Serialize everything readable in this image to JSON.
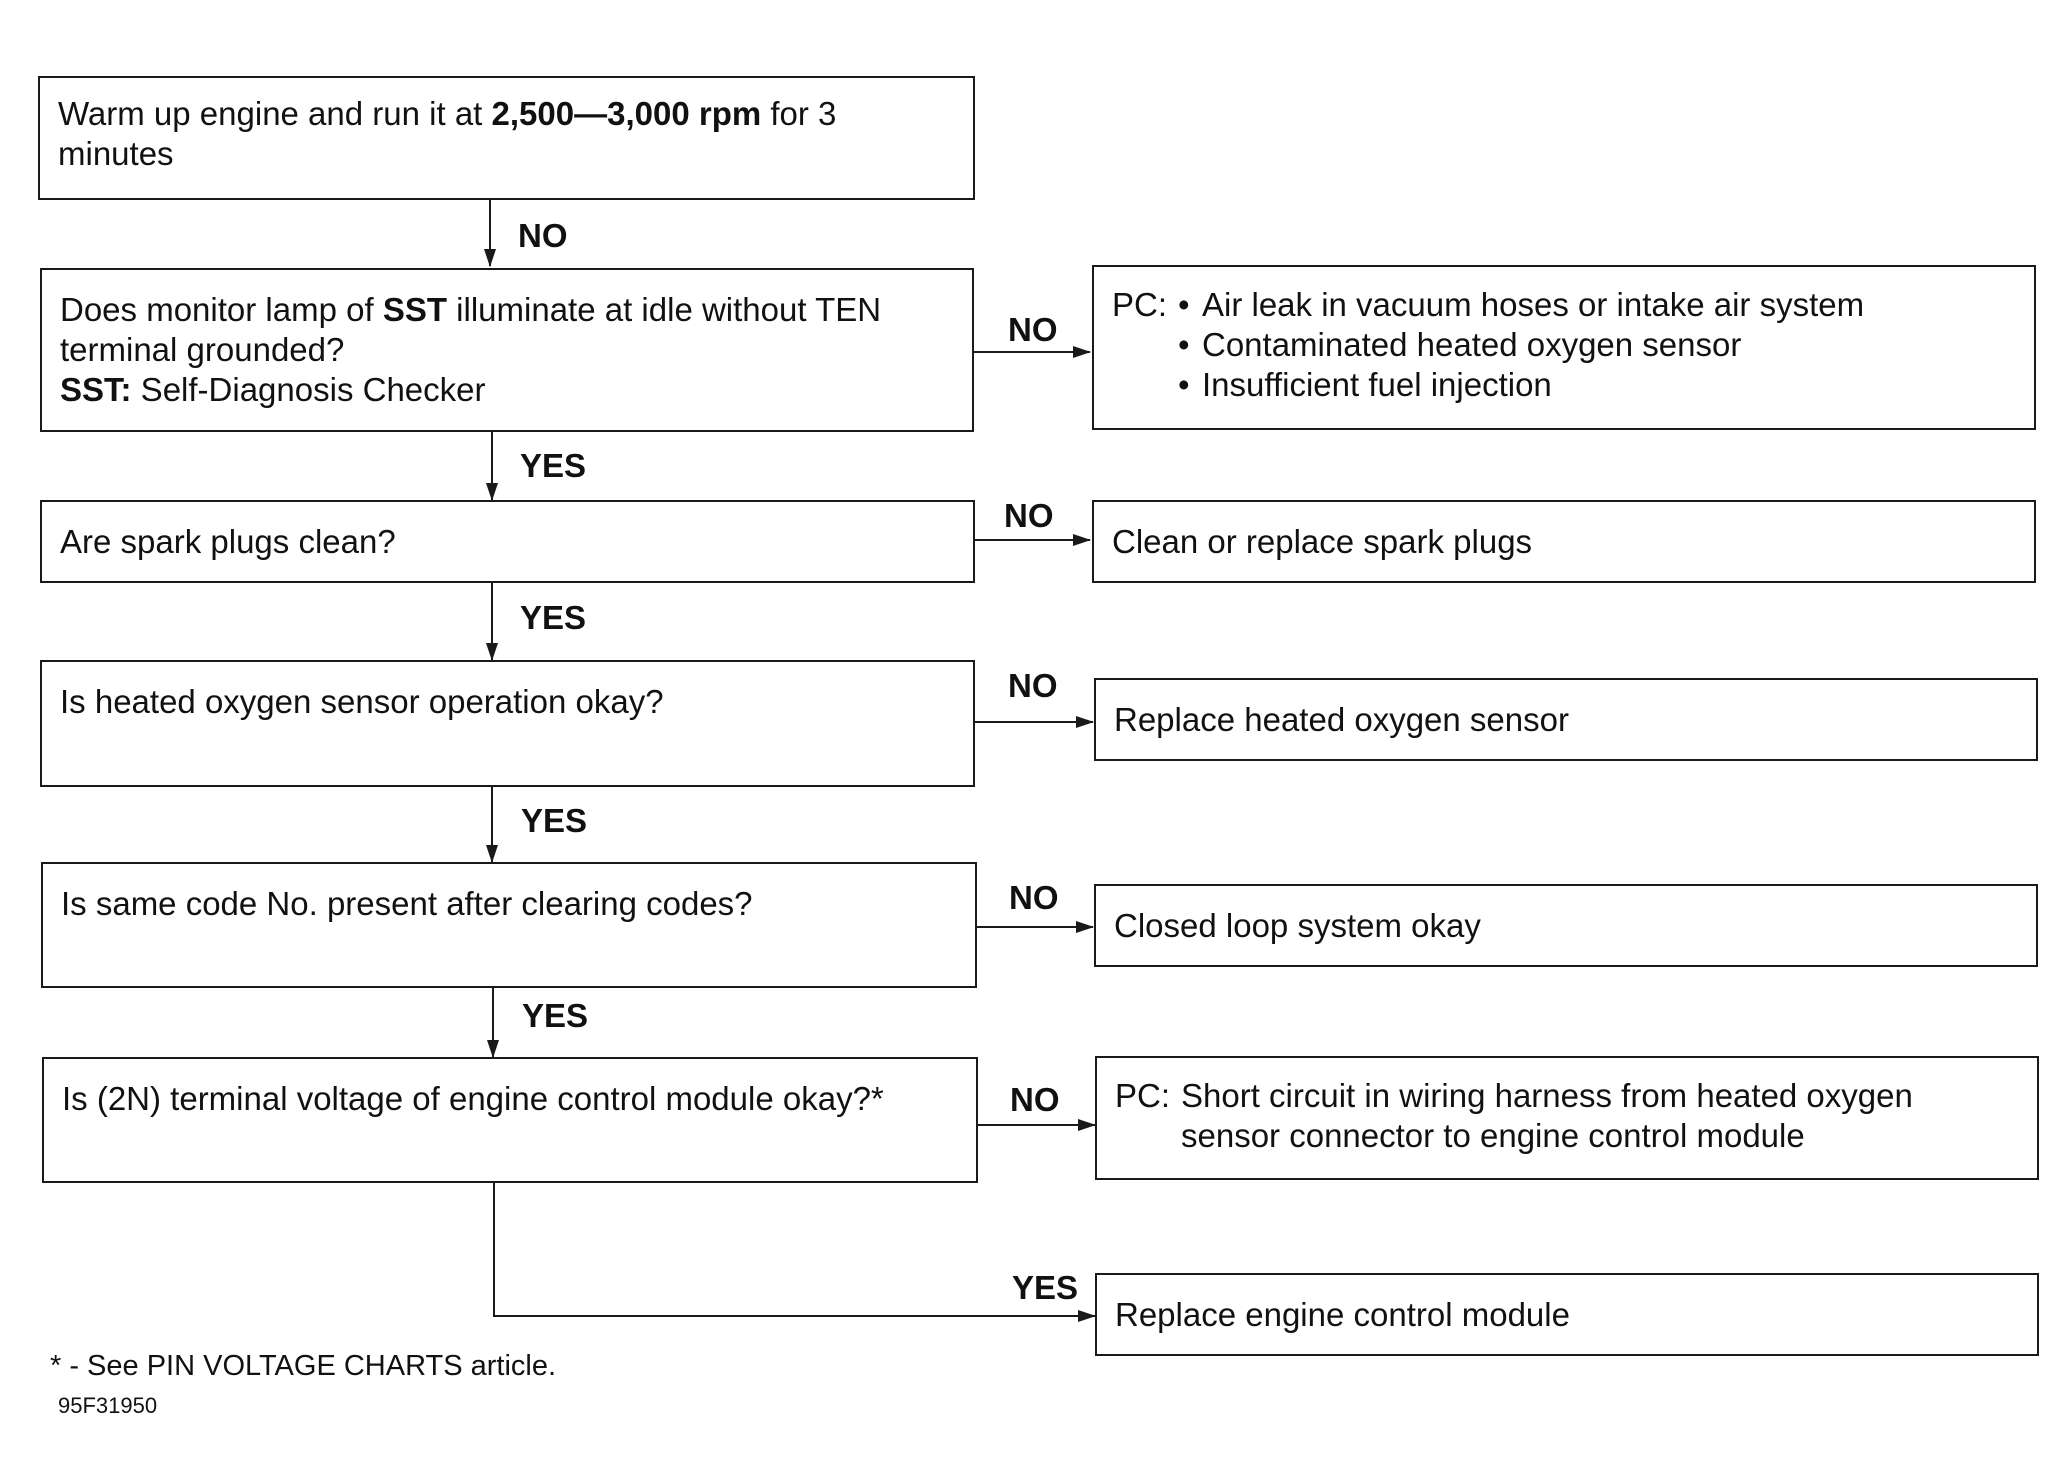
{
  "flowchart": {
    "start": {
      "pre": "Warm up engine and run it at ",
      "bold": "2,500—3,000 rpm",
      "post": " for 3",
      "line2": "minutes"
    },
    "edge_start_to_q1": "NO",
    "q1": {
      "pre": "Does monitor lamp of ",
      "bold": "SST",
      "post": " illuminate at idle without TEN",
      "line2": "terminal grounded?",
      "def_bold": "SST:",
      "def_text": " Self-Diagnosis Checker"
    },
    "q1_no": {
      "edge": "NO",
      "prefix": "PC:",
      "bullets": [
        "Air leak in vacuum hoses or intake air system",
        "Contaminated heated oxygen sensor",
        "Insufficient fuel injection"
      ]
    },
    "edge_q1_to_q2": "YES",
    "q2": {
      "text": "Are spark plugs clean?"
    },
    "q2_no": {
      "edge": "NO",
      "text": "Clean or replace spark plugs"
    },
    "edge_q2_to_q3": "YES",
    "q3": {
      "text": "Is heated oxygen sensor operation okay?"
    },
    "q3_no": {
      "edge": "NO",
      "text": "Replace heated oxygen sensor"
    },
    "edge_q3_to_q4": "YES",
    "q4": {
      "text": "Is same code No. present after clearing codes?"
    },
    "q4_no": {
      "edge": "NO",
      "text": "Closed loop system okay"
    },
    "edge_q4_to_q5": "YES",
    "q5": {
      "text": "Is (2N) terminal voltage of engine control module okay?*"
    },
    "q5_no": {
      "edge": "NO",
      "prefix": "PC:",
      "line1": "Short circuit in wiring harness from heated oxygen",
      "line2": "sensor connector to engine control module"
    },
    "q5_yes": {
      "edge": "YES",
      "text": "Replace engine control module"
    }
  },
  "footnote": "* - See PIN VOLTAGE CHARTS article.",
  "figure_id": "95F31950"
}
